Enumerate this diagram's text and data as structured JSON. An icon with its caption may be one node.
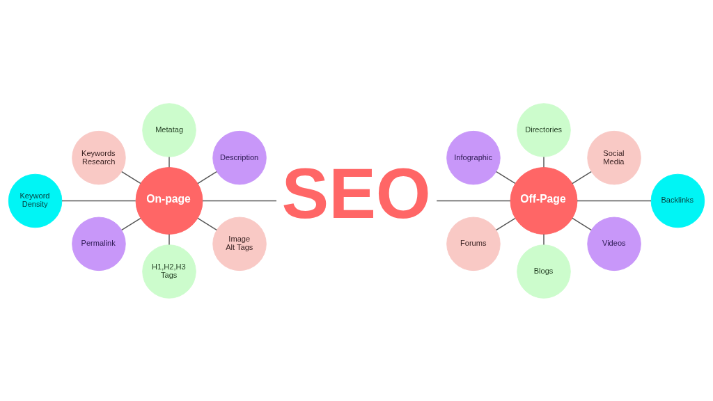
{
  "diagram": {
    "nodes": [
      {
        "text": [
          "On-page"
        ]
      },
      {
        "text": [
          "Keywords Research"
        ]
      },
      {
        "text": [
          "Metatag"
        ]
      },
      {
        "text": [
          "Description"
        ]
      },
      {
        "text": [
          "Keyword Density"
        ]
      },
      {
        "text": [
          "Image Alt Tags"
        ]
      },
      {
        "text": [
          "Permalink"
        ]
      },
      {
        "text": [
          "H1,H2,H3 Tags"
        ]
      },
      {
        "text": [
          "SEO"
        ]
      },
      {
        "text": [
          "Off-Page"
        ]
      },
      {
        "text": [
          "Infographic"
        ]
      },
      {
        "text": [
          "Directories"
        ]
      },
      {
        "text": [
          "Social Media"
        ]
      },
      {
        "text": [
          "Backlinks"
        ]
      },
      {
        "text": [
          "Forums"
        ]
      },
      {
        "text": [
          "Blogs"
        ]
      },
      {
        "text": [
          "Videos"
        ]
      }
    ],
    "edges": [
      {
        "from": 1,
        "to": 0,
        "arrow": "none"
      },
      {
        "from": 2,
        "to": 0,
        "arrow": "none"
      },
      {
        "from": 0,
        "to": 3,
        "arrow": "none"
      },
      {
        "from": 0,
        "to": 8,
        "arrow": "none"
      },
      {
        "from": 0,
        "to": 5,
        "arrow": "none"
      },
      {
        "from": 0,
        "to": 7,
        "arrow": "none"
      },
      {
        "from": 6,
        "to": 0,
        "arrow": "none"
      },
      {
        "from": 4,
        "to": 0,
        "arrow": "none"
      },
      {
        "from": 10,
        "to": 9,
        "arrow": "none"
      },
      {
        "from": 8,
        "to": 9,
        "arrow": "none"
      },
      {
        "from": 14,
        "to": 9,
        "arrow": "none"
      },
      {
        "from": 11,
        "to": 9,
        "arrow": "none"
      },
      {
        "from": 9,
        "to": 12,
        "arrow": "none"
      },
      {
        "from": 9,
        "to": 13,
        "arrow": "none"
      },
      {
        "from": 9,
        "to": 16,
        "arrow": "none"
      },
      {
        "from": 9,
        "to": 15,
        "arrow": "none"
      }
    ]
  }
}
